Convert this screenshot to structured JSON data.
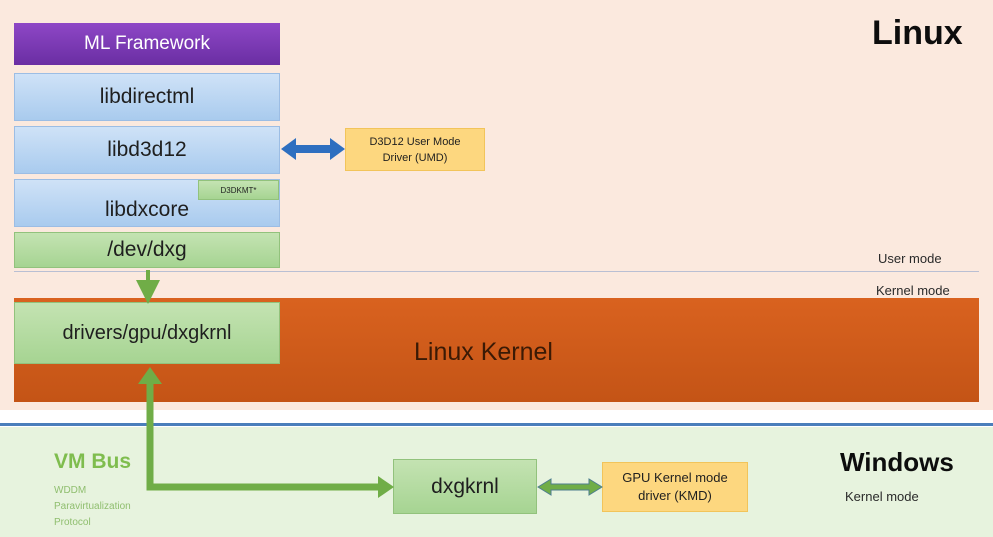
{
  "linux": {
    "title": "Linux",
    "stack": {
      "ml_framework": "ML Framework",
      "libdirectml": "libdirectml",
      "libd3d12": "libd3d12",
      "libdxcore": "libdxcore",
      "d3dkmt": "D3DKMT*",
      "dev_dxg": "/dev/dxg"
    },
    "umd": {
      "line1": "D3D12 User Mode",
      "line2": "Driver (UMD)"
    },
    "user_mode": "User mode",
    "kernel_mode": "Kernel mode",
    "kernel": {
      "driver": "drivers/gpu/dxgkrnl",
      "label": "Linux Kernel"
    }
  },
  "windows": {
    "title": "Windows",
    "kernel_mode": "Kernel mode",
    "vm_bus": "VM Bus",
    "vm_desc": [
      "WDDM",
      "Paravirtualization",
      "Protocol"
    ],
    "dxgkrnl": "dxgkrnl",
    "kmd": {
      "line1": "GPU Kernel mode",
      "line2": "driver (KMD)"
    }
  },
  "colors": {
    "linux_bg": "#fbe9de",
    "windows_bg": "#e7f3de",
    "kernel_bar": "#c85a19",
    "purple": "#7a37b4",
    "blue": "#b9d5f2",
    "green": "#a9d595",
    "yellow": "#fdd77f",
    "arrow_blue": "#2e6fc0",
    "arrow_green": "#70ad47"
  }
}
